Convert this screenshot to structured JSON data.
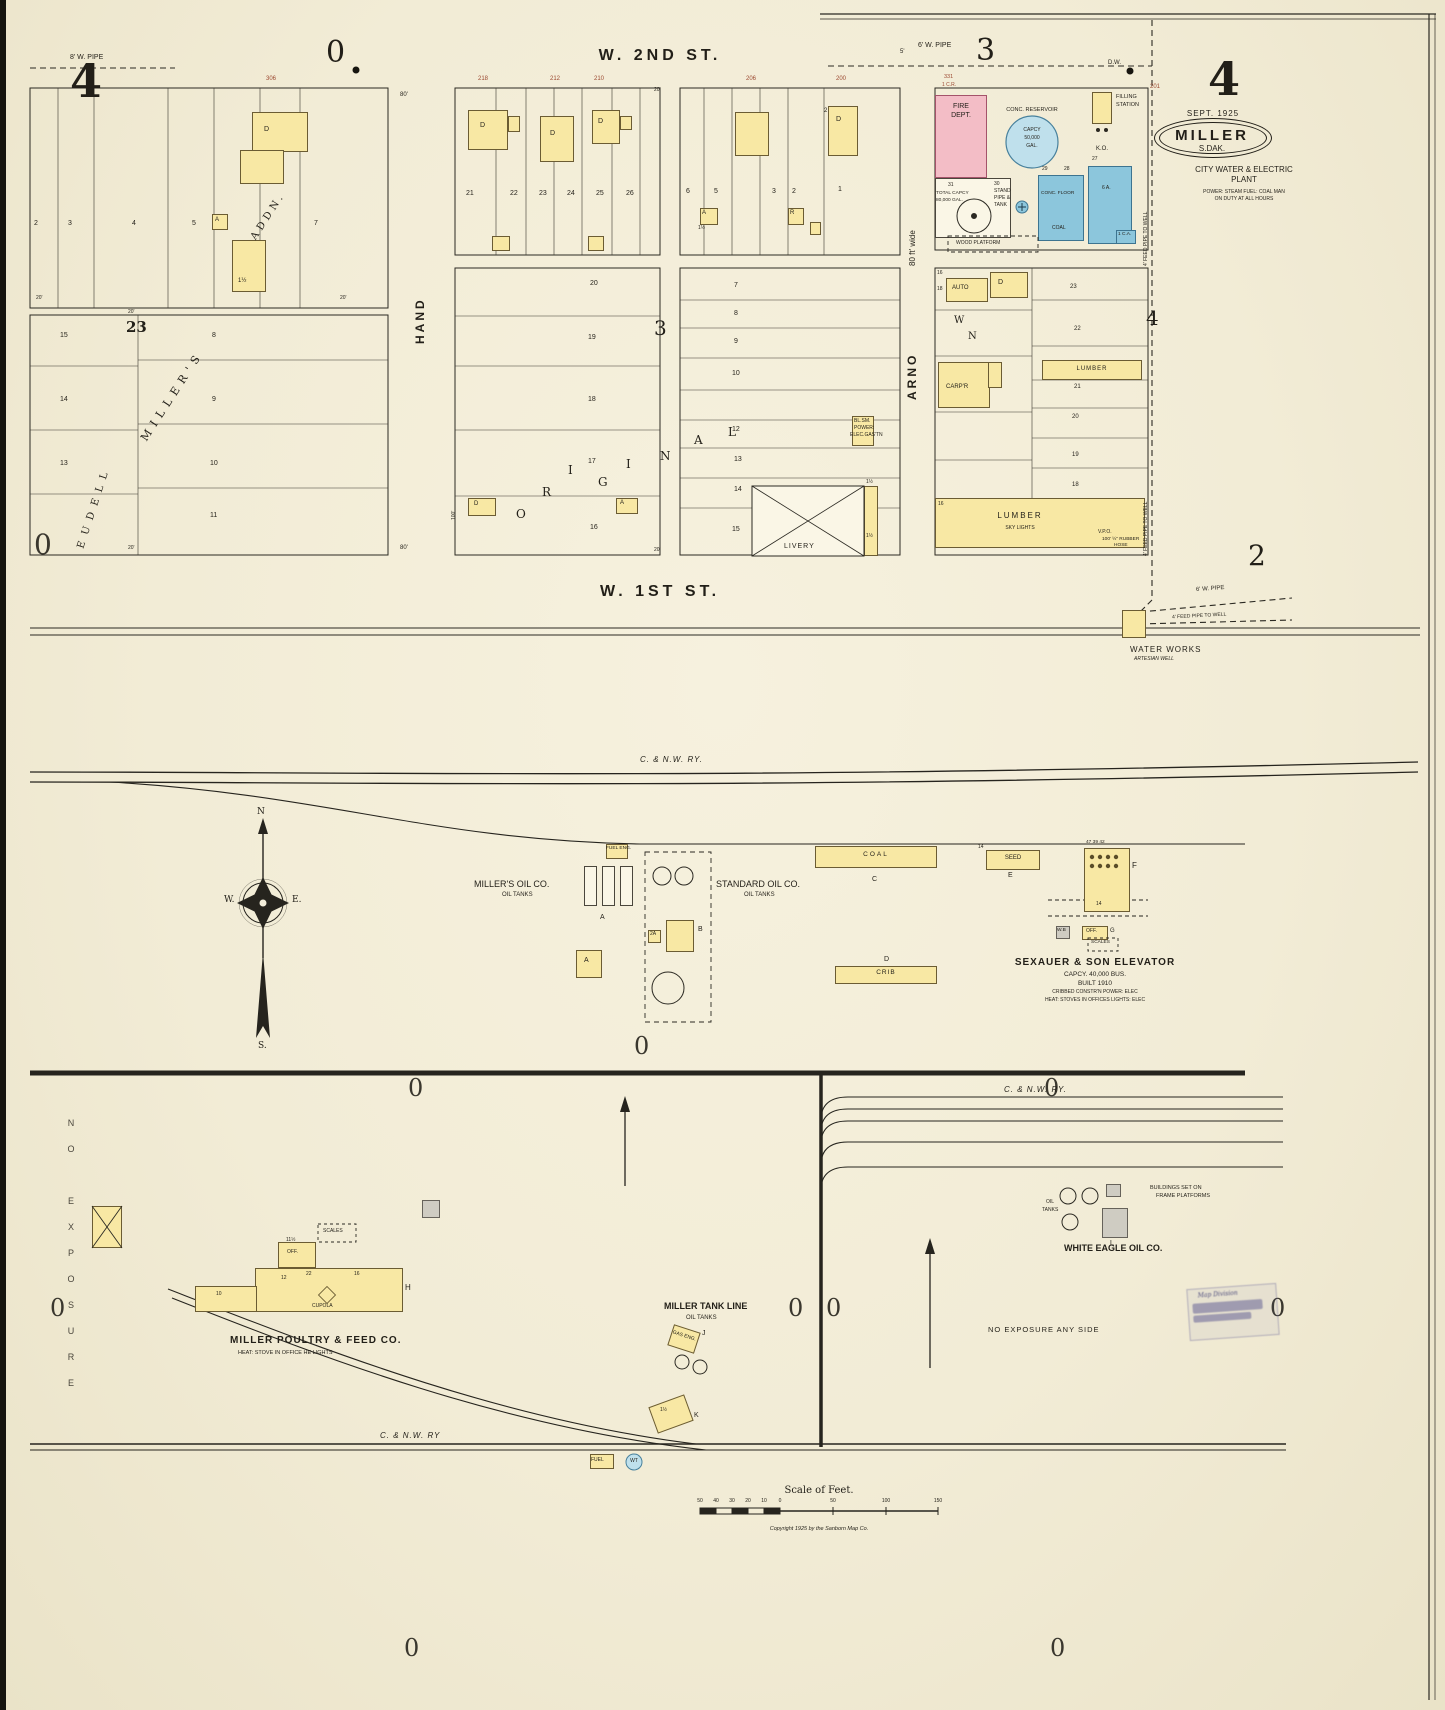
{
  "misc": {
    "zero": "0",
    "dot_label": "D.W."
  },
  "title_block": {
    "date": "SEPT. 1925",
    "city": "MILLER",
    "state": "S.DAK.",
    "utility1": "CITY WATER & ELECTRIC",
    "utility2": "PLANT",
    "utility3": "POWER: STEAM   FUEL: COAL   MAN",
    "utility4": "ON DUTY AT ALL HOURS"
  },
  "sheet_numbers": {
    "top_left": "4",
    "top_right": "4",
    "top_mid": "3",
    "mid_left": "23",
    "mid_center": "3",
    "mid_right": "4",
    "right_lower": "2"
  },
  "streets": {
    "w2nd": "W. 2ND ST.",
    "w1st": "W. 1ST ST.",
    "hand": "HAND",
    "arno": "ARNO",
    "width80": "80 ft' wide"
  },
  "pipes": {
    "wpipe8": "8' W. PIPE",
    "wpipe6": "6' W. PIPE",
    "five": "5'",
    "feed": "4' FEED PIPE TO WELL",
    "wpipe6b": "6' W. PIPE"
  },
  "water_works": {
    "name": "WATER WORKS",
    "sub": "ARTESIAN WELL"
  },
  "plats": {
    "millers": "MILLER'S",
    "addn": "ADDN.",
    "eudell": "EUDELL",
    "original": [
      "O",
      "R",
      "I",
      "G",
      "I",
      "N",
      "A",
      "L"
    ]
  },
  "block_a": {
    "house": "306",
    "lots": [
      "2",
      "3",
      "4",
      "5",
      "7"
    ],
    "d": "D",
    "a": "A",
    "half": "1½",
    "dim20": "20'"
  },
  "block_b": {
    "lots_left": [
      "15",
      "14",
      "13"
    ],
    "lots_right": [
      "8",
      "9",
      "10",
      "11"
    ],
    "dim20": "20'"
  },
  "block_c": {
    "houses": [
      "218",
      "212",
      "210"
    ],
    "lots": [
      "21",
      "22",
      "23",
      "24",
      "25",
      "26"
    ],
    "d": "D",
    "dim80": "80'",
    "dim20": "20'"
  },
  "block_d": {
    "houses": [
      "206",
      "200"
    ],
    "lots": [
      "6",
      "5",
      "3",
      "2",
      "1"
    ],
    "a": "A",
    "r": "R",
    "d": "D",
    "two": "2",
    "half": "1½"
  },
  "block_e": {
    "lots": [
      "20",
      "19",
      "18",
      "17",
      "16"
    ],
    "d": "D",
    "a": "A",
    "dim100": "100'"
  },
  "block_f": {
    "lots": [
      "7",
      "8",
      "9",
      "10",
      "12",
      "13",
      "14",
      "15"
    ],
    "blsm1": "BL.SM.",
    "blsm2": "POWER:",
    "blsm3": "ELEC.GAS'TN",
    "livery": "LIVERY",
    "half": "1½"
  },
  "block_g": {
    "fire1": "FIRE",
    "fire2": "DEPT.",
    "num331": "331",
    "num1cr": "1 C.R.",
    "num201": "201",
    "reservoir_title": "CONC. RESERVOIR",
    "res1": "CAPCY",
    "res2": "50,000",
    "res3": "GAL.",
    "n31": "31",
    "n30": "30",
    "stand1": "STAND",
    "stand2": "PIPE &",
    "stand3": "TANK",
    "total1": "TOTAL CAPCY",
    "total2": "80,000 GAL.",
    "ko": "K.O.",
    "n29": "29",
    "n28": "28",
    "n27": "27",
    "concfloor": "CONC. FLOOR",
    "coal": "COAL",
    "ga": "6 A.",
    "ca": "1 C.A.",
    "wood_platform": "WOOD PLATFORM",
    "filling1": "FILLING",
    "filling2": "STATION"
  },
  "block_h": {
    "auto": "AUTO",
    "d": "D",
    "n16": "16",
    "n18": "18",
    "w": "W",
    "n": "N",
    "carpr": "CARP'R",
    "lumber_sm": "LUMBER",
    "lots": [
      "23",
      "22",
      "21",
      "20",
      "19",
      "18"
    ],
    "lumber": "LUMBER",
    "skylights": "SKY LIGHTS",
    "vpo": "V.P.O.",
    "hose1": "100' ½\" RUBBER",
    "hose2": "HOSE",
    "n16b": "16"
  },
  "railway": {
    "name": "C. & N.W. RY.",
    "name_short": "C. & N.W. RY"
  },
  "compass": {
    "n": "N",
    "w": "W.",
    "e": "E.",
    "s": "S."
  },
  "mid": {
    "millers_oil1": "MILLER'S OIL CO.",
    "millers_oil2": "OIL TANKS",
    "standard1": "STANDARD OIL CO.",
    "standard2": "OIL TANKS",
    "fuel_eng": "FUEL ENG.",
    "a1": "A",
    "a2": "A",
    "b": "B",
    "n2a": "2A",
    "coal": "COAL",
    "c": "C",
    "n14a": "14",
    "seed": "SEED",
    "e": "E",
    "bins": "47 39 42",
    "f": "F",
    "n14b": "14",
    "wb": "W.B",
    "off": "OFF.",
    "g": "G",
    "scales": "SCALES",
    "elev1": "SEXAUER & SON ELEVATOR",
    "elev2": "CAPCY. 40,000 BUS.",
    "elev3": "BUILT 1910",
    "elev4": "CRIBBED CONSTR'N   POWER: ELEC",
    "elev5": "HEAT: STOVES IN OFFICES   LIGHTS: ELEC",
    "crib": "CRIB",
    "d": "D"
  },
  "bottom": {
    "no_exposure_side": "NO EXPOSURE",
    "poultry_name": "MILLER POULTRY & FEED CO.",
    "poultry_note": "HEAT: STOVE IN OFFICE   HE LIGHTS",
    "scales": "SCALES",
    "off": "OFF.",
    "cupola": "CUPOLA",
    "h": "H",
    "n11h": "11½",
    "n22": "22",
    "n16": "16",
    "n12": "12",
    "n10": "10",
    "tankline1": "MILLER TANK LINE",
    "tankline2": "OIL TANKS",
    "gas_eng": "GAS ENG.",
    "j": "J",
    "k": "K",
    "half": "1½",
    "white_eagle": "WHITE EAGLE OIL CO.",
    "oil1": "OIL",
    "oil2": "TANKS",
    "l": "L",
    "platform1": "BUILDINGS SET ON",
    "platform2": "FRAME PLATFORMS",
    "no_exposure_any": "NO EXPOSURE ANY SIDE",
    "fuel": "FUEL",
    "wt": "WT",
    "stamp1": "Map Division",
    "scale_title": "Scale of Feet.",
    "ticks": [
      "50",
      "40",
      "30",
      "20",
      "10",
      "0",
      "50",
      "100",
      "150"
    ],
    "copyright": "Copyright 1925 by the Sanborn Map Co."
  }
}
